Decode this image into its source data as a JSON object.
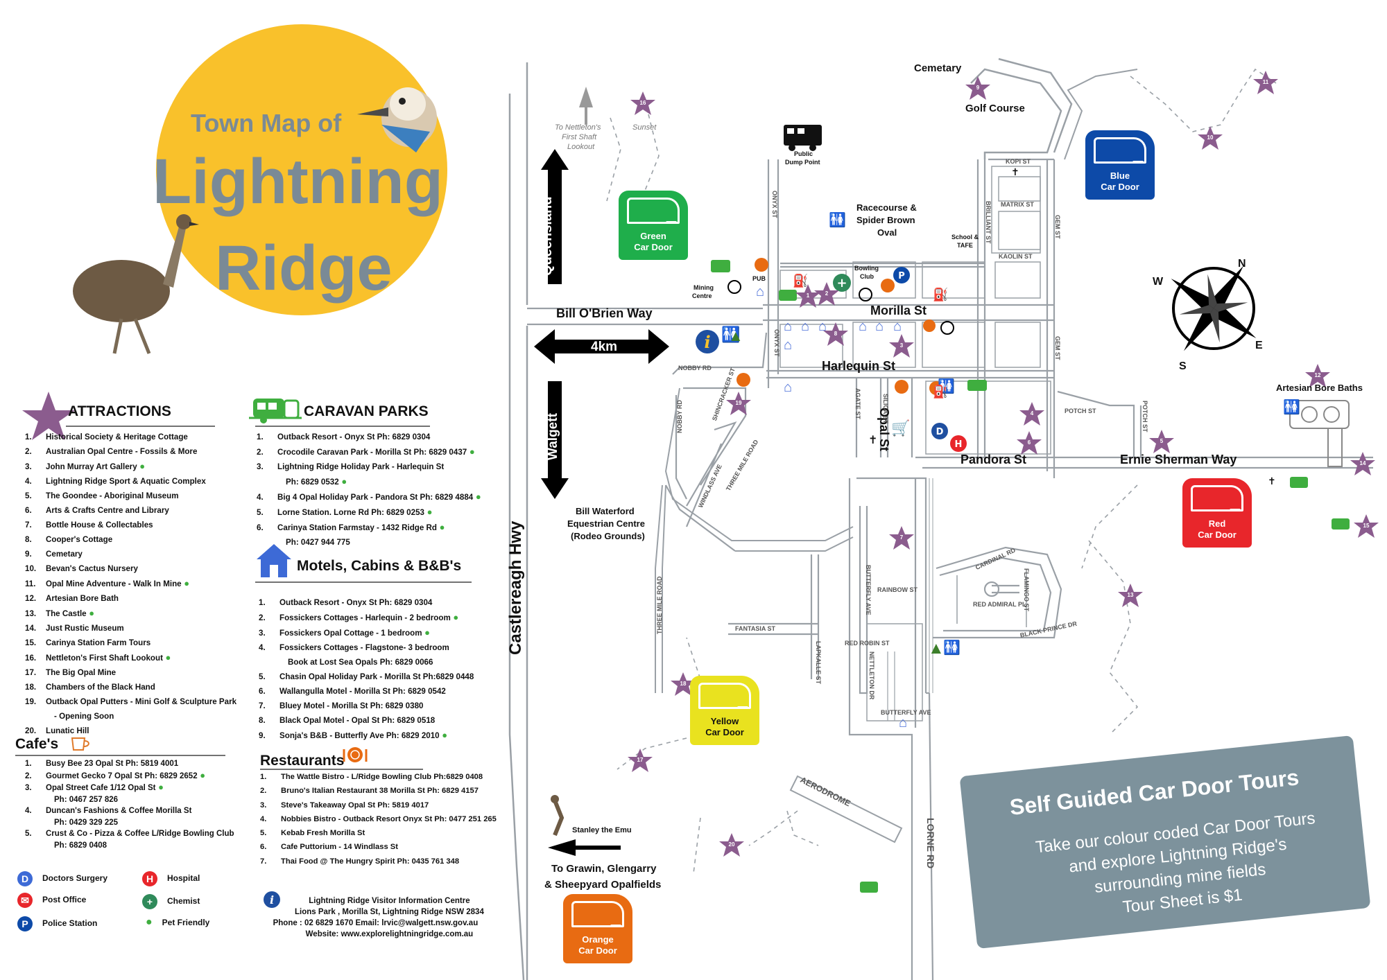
{
  "title": {
    "small": "Town Map of",
    "line1": "Lightning",
    "line2": "Ridge"
  },
  "attractions": {
    "heading": "ATTRACTIONS",
    "items": [
      {
        "n": "1.",
        "t": "Historical Society & Heritage Cottage"
      },
      {
        "n": "2.",
        "t": "Australian Opal Centre - Fossils & More"
      },
      {
        "n": "3.",
        "t": "John Murray Art Gallery",
        "pet": true
      },
      {
        "n": "4.",
        "t": "Lightning Ridge Sport & Aquatic Complex"
      },
      {
        "n": "5.",
        "t": "The Goondee -  Aboriginal Museum"
      },
      {
        "n": "6.",
        "t": "Arts & Crafts Centre and Library"
      },
      {
        "n": "7.",
        "t": "Bottle House & Collectables"
      },
      {
        "n": "8.",
        "t": "Cooper's Cottage"
      },
      {
        "n": "9.",
        "t": "Cemetary"
      },
      {
        "n": "10.",
        "t": "Bevan's Cactus Nursery"
      },
      {
        "n": "11.",
        "t": "Opal Mine Adventure - Walk In Mine",
        "pet": true
      },
      {
        "n": "12.",
        "t": "Artesian Bore Bath"
      },
      {
        "n": "13.",
        "t": "The Castle",
        "pet": true
      },
      {
        "n": "14.",
        "t": "Just Rustic Museum"
      },
      {
        "n": "15.",
        "t": "Carinya Station Farm Tours"
      },
      {
        "n": "16.",
        "t": "Nettleton's First Shaft Lookout",
        "pet": true
      },
      {
        "n": "17.",
        "t": "The Big Opal Mine"
      },
      {
        "n": "18.",
        "t": "Chambers  of the Black Hand"
      },
      {
        "n": "19.",
        "t": "Outback Opal Putters - Mini Golf & Sculpture Park"
      },
      {
        "n": "",
        "t": "- Opening Soon"
      },
      {
        "n": "20.",
        "t": "Lunatic Hill"
      }
    ]
  },
  "caravan": {
    "heading": "CARAVAN PARKS",
    "items": [
      {
        "n": "1.",
        "t": "Outback Resort - Onyx St Ph: 6829 0304"
      },
      {
        "n": "2.",
        "t": "Crocodile Caravan Park - Morilla St Ph: 6829 0437",
        "pet": true
      },
      {
        "n": "3.",
        "t": "Lightning Ridge Holiday Park - Harlequin St"
      },
      {
        "n": "",
        "t": "Ph: 6829 0532",
        "pet": true
      },
      {
        "n": "4.",
        "t": "Big 4 Opal Holiday Park - Pandora St Ph: 6829 4884",
        "pet": true
      },
      {
        "n": "5.",
        "t": "Lorne Station. Lorne Rd  Ph: 6829 0253",
        "pet": true
      },
      {
        "n": "6.",
        "t": "Carinya Station Farmstay - 1432 Ridge Rd",
        "pet": true
      },
      {
        "n": "",
        "t": "Ph: 0427 944 775"
      }
    ]
  },
  "motels": {
    "heading": "Motels, Cabins & B&B's",
    "items": [
      {
        "n": "1.",
        "t": "Outback Resort - Onyx St Ph: 6829 0304"
      },
      {
        "n": "2.",
        "t": "Fossickers Cottages  - Harlequin - 2 bedroom",
        "pet": true
      },
      {
        "n": "3.",
        "t": "Fossickers Opal Cottage - 1 bedroom",
        "pet": true
      },
      {
        "n": "4.",
        "t": "Fossickers Cottages  - Flagstone- 3 bedroom"
      },
      {
        "n": "",
        "t": "Book at Lost Sea Opals Ph: 6829 0066"
      },
      {
        "n": "5.",
        "t": "Chasin Opal Holiday Park - Morilla St Ph:6829 0448"
      },
      {
        "n": "6.",
        "t": "Wallangulla Motel - Morilla St Ph: 6829 0542"
      },
      {
        "n": "7.",
        "t": "Bluey Motel - Morilla St Ph: 6829 0380"
      },
      {
        "n": "8.",
        "t": "Black Opal Motel - Opal St Ph: 6829 0518"
      },
      {
        "n": "9.",
        "t": "Sonja's B&B - Butterfly Ave Ph: 6829 2010",
        "pet": true
      }
    ]
  },
  "cafes": {
    "heading": "Cafe's",
    "items": [
      {
        "n": "1.",
        "t": "Busy Bee 23 Opal St Ph: 5819 4001"
      },
      {
        "n": "2.",
        "t": "Gourmet Gecko  7 Opal St Ph: 6829 2652",
        "pet": true
      },
      {
        "n": "3.",
        "t": "Opal Street Cafe  1/12 Opal St",
        "pet": true
      },
      {
        "n": "",
        "t": "Ph: 0467 257 826"
      },
      {
        "n": "4.",
        "t": "Duncan's Fashions & Coffee  Morilla St"
      },
      {
        "n": "",
        "t": "Ph: 0429 329 225"
      },
      {
        "n": "5.",
        "t": "Crust & Co - Pizza & Coffee  L/Ridge Bowling Club"
      },
      {
        "n": "",
        "t": "Ph: 6829 0408"
      }
    ]
  },
  "restaurants": {
    "heading": "Restaurants",
    "items": [
      {
        "n": "1.",
        "t": "The Wattle Bistro - L/Ridge Bowling Club Ph:6829 0408"
      },
      {
        "n": "2.",
        "t": "Bruno's Italian Restaurant  38 Morilla St  Ph: 6829 4157"
      },
      {
        "n": "3.",
        "t": "Steve's Takeaway  Opal St Ph: 5819 4017"
      },
      {
        "n": "4.",
        "t": "Nobbies Bistro - Outback Resort Onyx St Ph: 0477 251 265"
      },
      {
        "n": "5.",
        "t": "Kebab Fresh Morilla St"
      },
      {
        "n": "6.",
        "t": "Cafe Puttorium - 14 Windlass St"
      },
      {
        "n": "7.",
        "t": "Thai Food @ The Hungry Spirit Ph: 0435 761 348"
      }
    ]
  },
  "legend": {
    "doctors": "Doctors Surgery",
    "hospital": "Hospital",
    "post": "Post Office",
    "chemist": "Chemist",
    "police": "Police Station",
    "pet": "Pet Friendly"
  },
  "visitor_centre": {
    "l1": "Lightning Ridge Visitor Information Centre",
    "l2": "Lions Park , Morilla St, Lightning Ridge NSW 2834",
    "l3": "Phone : 02 6829 1670   Email: lrvic@walgett.nsw.gov.au",
    "l4": "Website: www.explorelightningridge.com.au"
  },
  "promo": {
    "title": "Self Guided Car Door Tours",
    "l1": "Take our colour coded Car Door Tours",
    "l2": "and explore Lightning Ridge's",
    "l3": "surrounding mine fields",
    "l4": "Tour Sheet is $1"
  },
  "doors": [
    {
      "id": "green",
      "line1": "Green",
      "line2": "Car Door",
      "color": "#1fae4b"
    },
    {
      "id": "blue",
      "line1": "Blue",
      "line2": "Car Door",
      "color": "#0d4aa8"
    },
    {
      "id": "red",
      "line1": "Red",
      "line2": "Car Door",
      "color": "#e8262b"
    },
    {
      "id": "yellow",
      "line1": "Yellow",
      "line2": "Car Door",
      "color": "#e9e21f"
    },
    {
      "id": "orange",
      "line1": "Orange",
      "line2": "Car Door",
      "color": "#e86b12"
    }
  ],
  "roads": {
    "bill_obrien": "Bill O'Brien Way",
    "morilla": "Morilla St",
    "harlequin": "Harlequin St",
    "pandora": "Pandora St",
    "ernie": "Ernie Sherman Way",
    "opal": "Opal St",
    "castlereagh": "Castlereagh Hwy",
    "queensland": "Queensland",
    "walgett": "Walgett",
    "distance": "4km",
    "lorne": "LORNE RD",
    "aerodrome": "AERODROME",
    "onyx": "ONYX ST",
    "onyx2": "ONYX ST",
    "kopi": "KOPI ST",
    "matrix": "MATRIX ST",
    "kaolin": "KAOLIN ST",
    "brilliant": "BRILLIANT ST",
    "gem": "GEM ST",
    "gem2": "GEM ST",
    "potch": "POTCH ST",
    "potch2": "POTCH ST",
    "nobby": "NOBBY RD",
    "nobby2": "NOBBY RD",
    "shincracker": "SHINCRACKER ST",
    "windlass": "WINDLASS AVE",
    "three_mile": "THREE MILE ROAD",
    "three_mile2": "THREE MILE ROAD",
    "fantasia": "FANTASIA ST",
    "lapkalle": "LAPKALLE ST",
    "agate": "AGATE ST",
    "silica": "SILICA ST",
    "butterfly": "BUTTERFLY AVE",
    "butterfly2": "BUTTERFLY AVE",
    "rainbow": "RAINBOW ST",
    "red_robin": "RED ROBIN ST",
    "nettleton": "NETTLETON DR",
    "cardinal": "CARDINAL RD",
    "flamingo": "FLAMINGO ST",
    "red_admiral": "RED ADMIRAL PL",
    "black_prince": "BLACK PRINCE DR"
  },
  "places": {
    "cemetary": "Cemetary",
    "golf": "Golf Course",
    "racecourse_1": "Racecourse &",
    "racecourse_2": "Spider Brown",
    "racecourse_3": "Oval",
    "school_1": "School &",
    "school_2": "TAFE",
    "dump_1": "Public",
    "dump_2": "Dump Point",
    "bowling_1": "Bowling",
    "bowling_2": "Club",
    "mining_1": "Mining",
    "mining_2": "Centre",
    "pub": "PUB",
    "artesian": "Artesian Bore Baths",
    "equestrian_1": "Bill Waterford",
    "equestrian_2": "Equestrian Centre",
    "equestrian_3": "(Rodeo Grounds)",
    "emu": "Stanley the Emu",
    "to_grawin_1": "To Grawin, Glengarry",
    "to_grawin_2": "& Sheepyard Opalfields",
    "to_nettleton_1": "To Nettleton's",
    "to_nettleton_2": "First Shaft",
    "to_nettleton_3": "Lookout",
    "sunset": "Sunset"
  },
  "compass": {
    "n": "N",
    "s": "S",
    "e": "E",
    "w": "W"
  },
  "stars": [
    "1",
    "2",
    "3",
    "4",
    "5",
    "6",
    "7",
    "8",
    "9",
    "10",
    "11",
    "12",
    "13",
    "14",
    "15",
    "16",
    "16",
    "17",
    "18",
    "19",
    "20"
  ],
  "colors": {
    "star": "#8b5c8e",
    "road": "#9aa0a6",
    "sun": "#f9c12b",
    "title": "#7a8a96",
    "green": "#3fae3f",
    "promo": "#7d929c"
  }
}
